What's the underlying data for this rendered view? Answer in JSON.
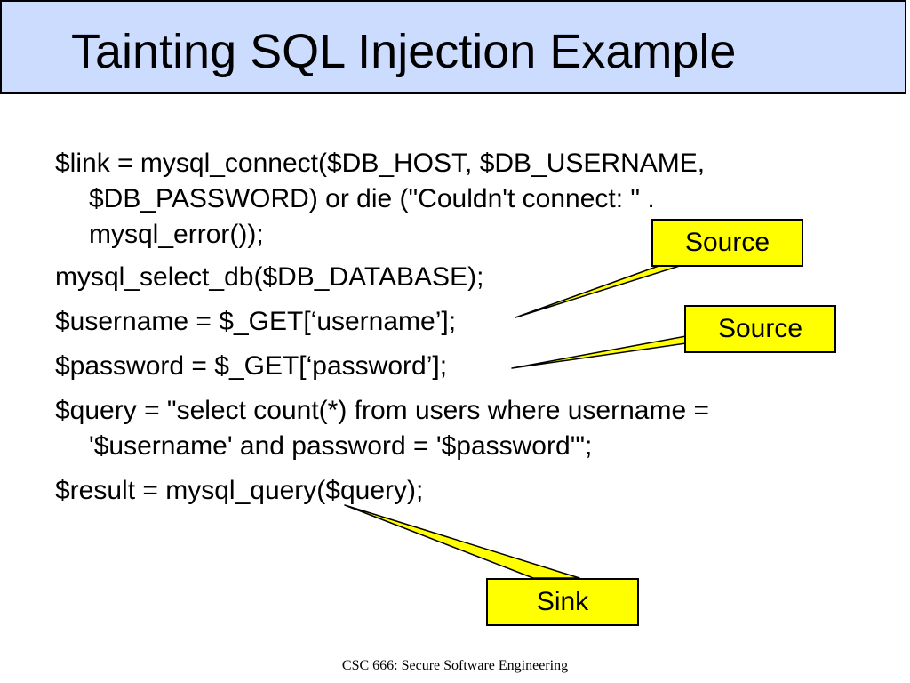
{
  "slide": {
    "title": "Tainting SQL Injection Example",
    "code": {
      "line1a": "$link = mysql_connect($DB_HOST, $DB_USERNAME,",
      "line1b": "$DB_PASSWORD) or die (\"Couldn't connect: \" .",
      "line1c": "mysql_error());",
      "line2": "mysql_select_db($DB_DATABASE);",
      "line3": "$username = $_GET[‘username’];",
      "line4": "$password = $_GET[‘password’];",
      "line5a": "$query = \"select count(*) from users where username =",
      "line5b": "'$username' and password = '$password'\";",
      "line6": "$result = mysql_query($query);"
    },
    "callouts": {
      "source1": "Source",
      "source2": "Source",
      "sink": "Sink"
    },
    "footer": "CSC 666: Secure Software Engineering"
  },
  "colors": {
    "title_background": "#ccdcff",
    "callout_fill": "#ffff00"
  }
}
